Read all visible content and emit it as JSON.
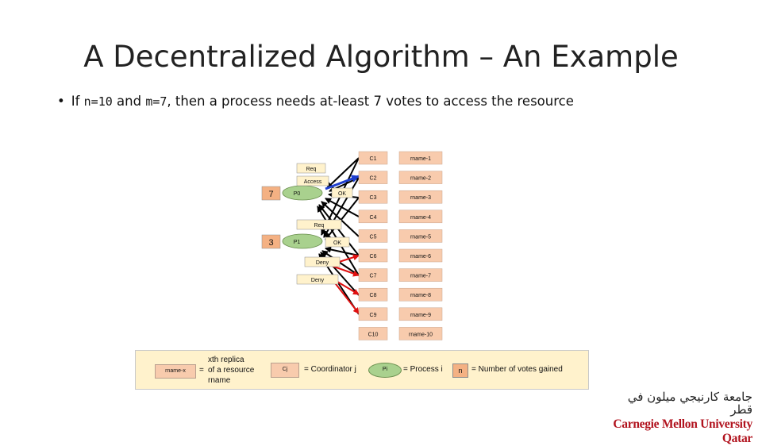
{
  "title": "A Decentralized Algorithm – An Example",
  "bullet": {
    "prefix": "If ",
    "n_expr": "n=10",
    "mid": " and ",
    "m_expr": "m=7",
    "suffix": ", then a process needs at-least 7 votes to access the resource"
  },
  "coordinators": [
    "C1",
    "C2",
    "C3",
    "C4",
    "C5",
    "C6",
    "C7",
    "C8",
    "C9",
    "C10"
  ],
  "replicas": [
    "rname-1",
    "rname-2",
    "rname-3",
    "rname-4",
    "rname-5",
    "rname-6",
    "rname-7",
    "rname-8",
    "rname-9",
    "rname-10"
  ],
  "processes": [
    {
      "label": "P0",
      "votes": "7"
    },
    {
      "label": "P1",
      "votes": "3"
    }
  ],
  "messages": {
    "req_p0": "Req",
    "access_p0": "Access",
    "ok_p0": "OK",
    "req_p1": "Req",
    "ok_p1": "OK",
    "deny_1": "Deny",
    "deny_2": "Deny"
  },
  "legend": {
    "replica_box": "rname-x",
    "replica_desc_eq": "=",
    "replica_desc_1": "xth replica",
    "replica_desc_2": "of a resource",
    "replica_desc_3": "rname",
    "coord_box": "Cj",
    "coord_desc": "= Coordinator j",
    "proc_box": "Pi",
    "proc_desc": "= Process i",
    "votes_box": "n",
    "votes_desc": "= Number of votes gained"
  },
  "logo": {
    "arabic": "جامعة كارنيجي ميلون في قطر",
    "latin": "Carnegie Mellon University Qatar"
  },
  "colors": {
    "coordinator_fill": "#f8cbad",
    "replica_fill": "#f8cbad",
    "process_fill": "#a9d18e",
    "votes_fill": "#f4b183",
    "legend_bg": "#fff2cc",
    "message_fill": "#fff2cc",
    "blue_arrow": "#1f3fcf",
    "red_arrow": "#e01010",
    "logo_red": "#b1121d"
  }
}
